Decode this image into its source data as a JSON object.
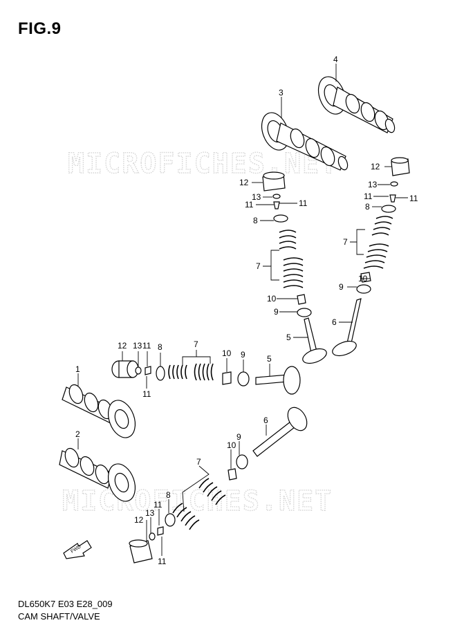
{
  "figure": {
    "title": "FIG.9",
    "code": "DL650K7 E03 E28_009",
    "name": "CAM SHAFT/VALVE"
  },
  "watermarks": [
    "MICROFICHES.NET",
    "MICROFICHES.NET"
  ],
  "fwd_label": "FWD",
  "callouts": {
    "top_cam_3": "3",
    "top_cam_4": "4",
    "left_cam_1": "1",
    "left_cam_2": "2",
    "mid_12": "12",
    "mid_13": "13",
    "mid_11a": "11",
    "mid_11b": "11",
    "mid_8": "8",
    "mid_7": "7",
    "mid_10": "10",
    "mid_9": "9",
    "mid_5": "5",
    "right_12": "12",
    "right_13": "13",
    "right_11a": "11",
    "right_11b": "11",
    "right_8": "8",
    "right_7": "7",
    "right_10": "10",
    "right_9": "9",
    "right_6": "6",
    "row_12": "12",
    "row_13": "13",
    "row_11a": "11",
    "row_8": "8",
    "row_7": "7",
    "row_10": "10",
    "row_9": "9",
    "row_5": "5",
    "row_11b": "11",
    "low_6": "6",
    "low_9": "9",
    "low_10": "10",
    "low_7": "7",
    "low_8": "8",
    "low_11a": "11",
    "low_13": "13",
    "low_12": "12",
    "low_11b": "11"
  }
}
